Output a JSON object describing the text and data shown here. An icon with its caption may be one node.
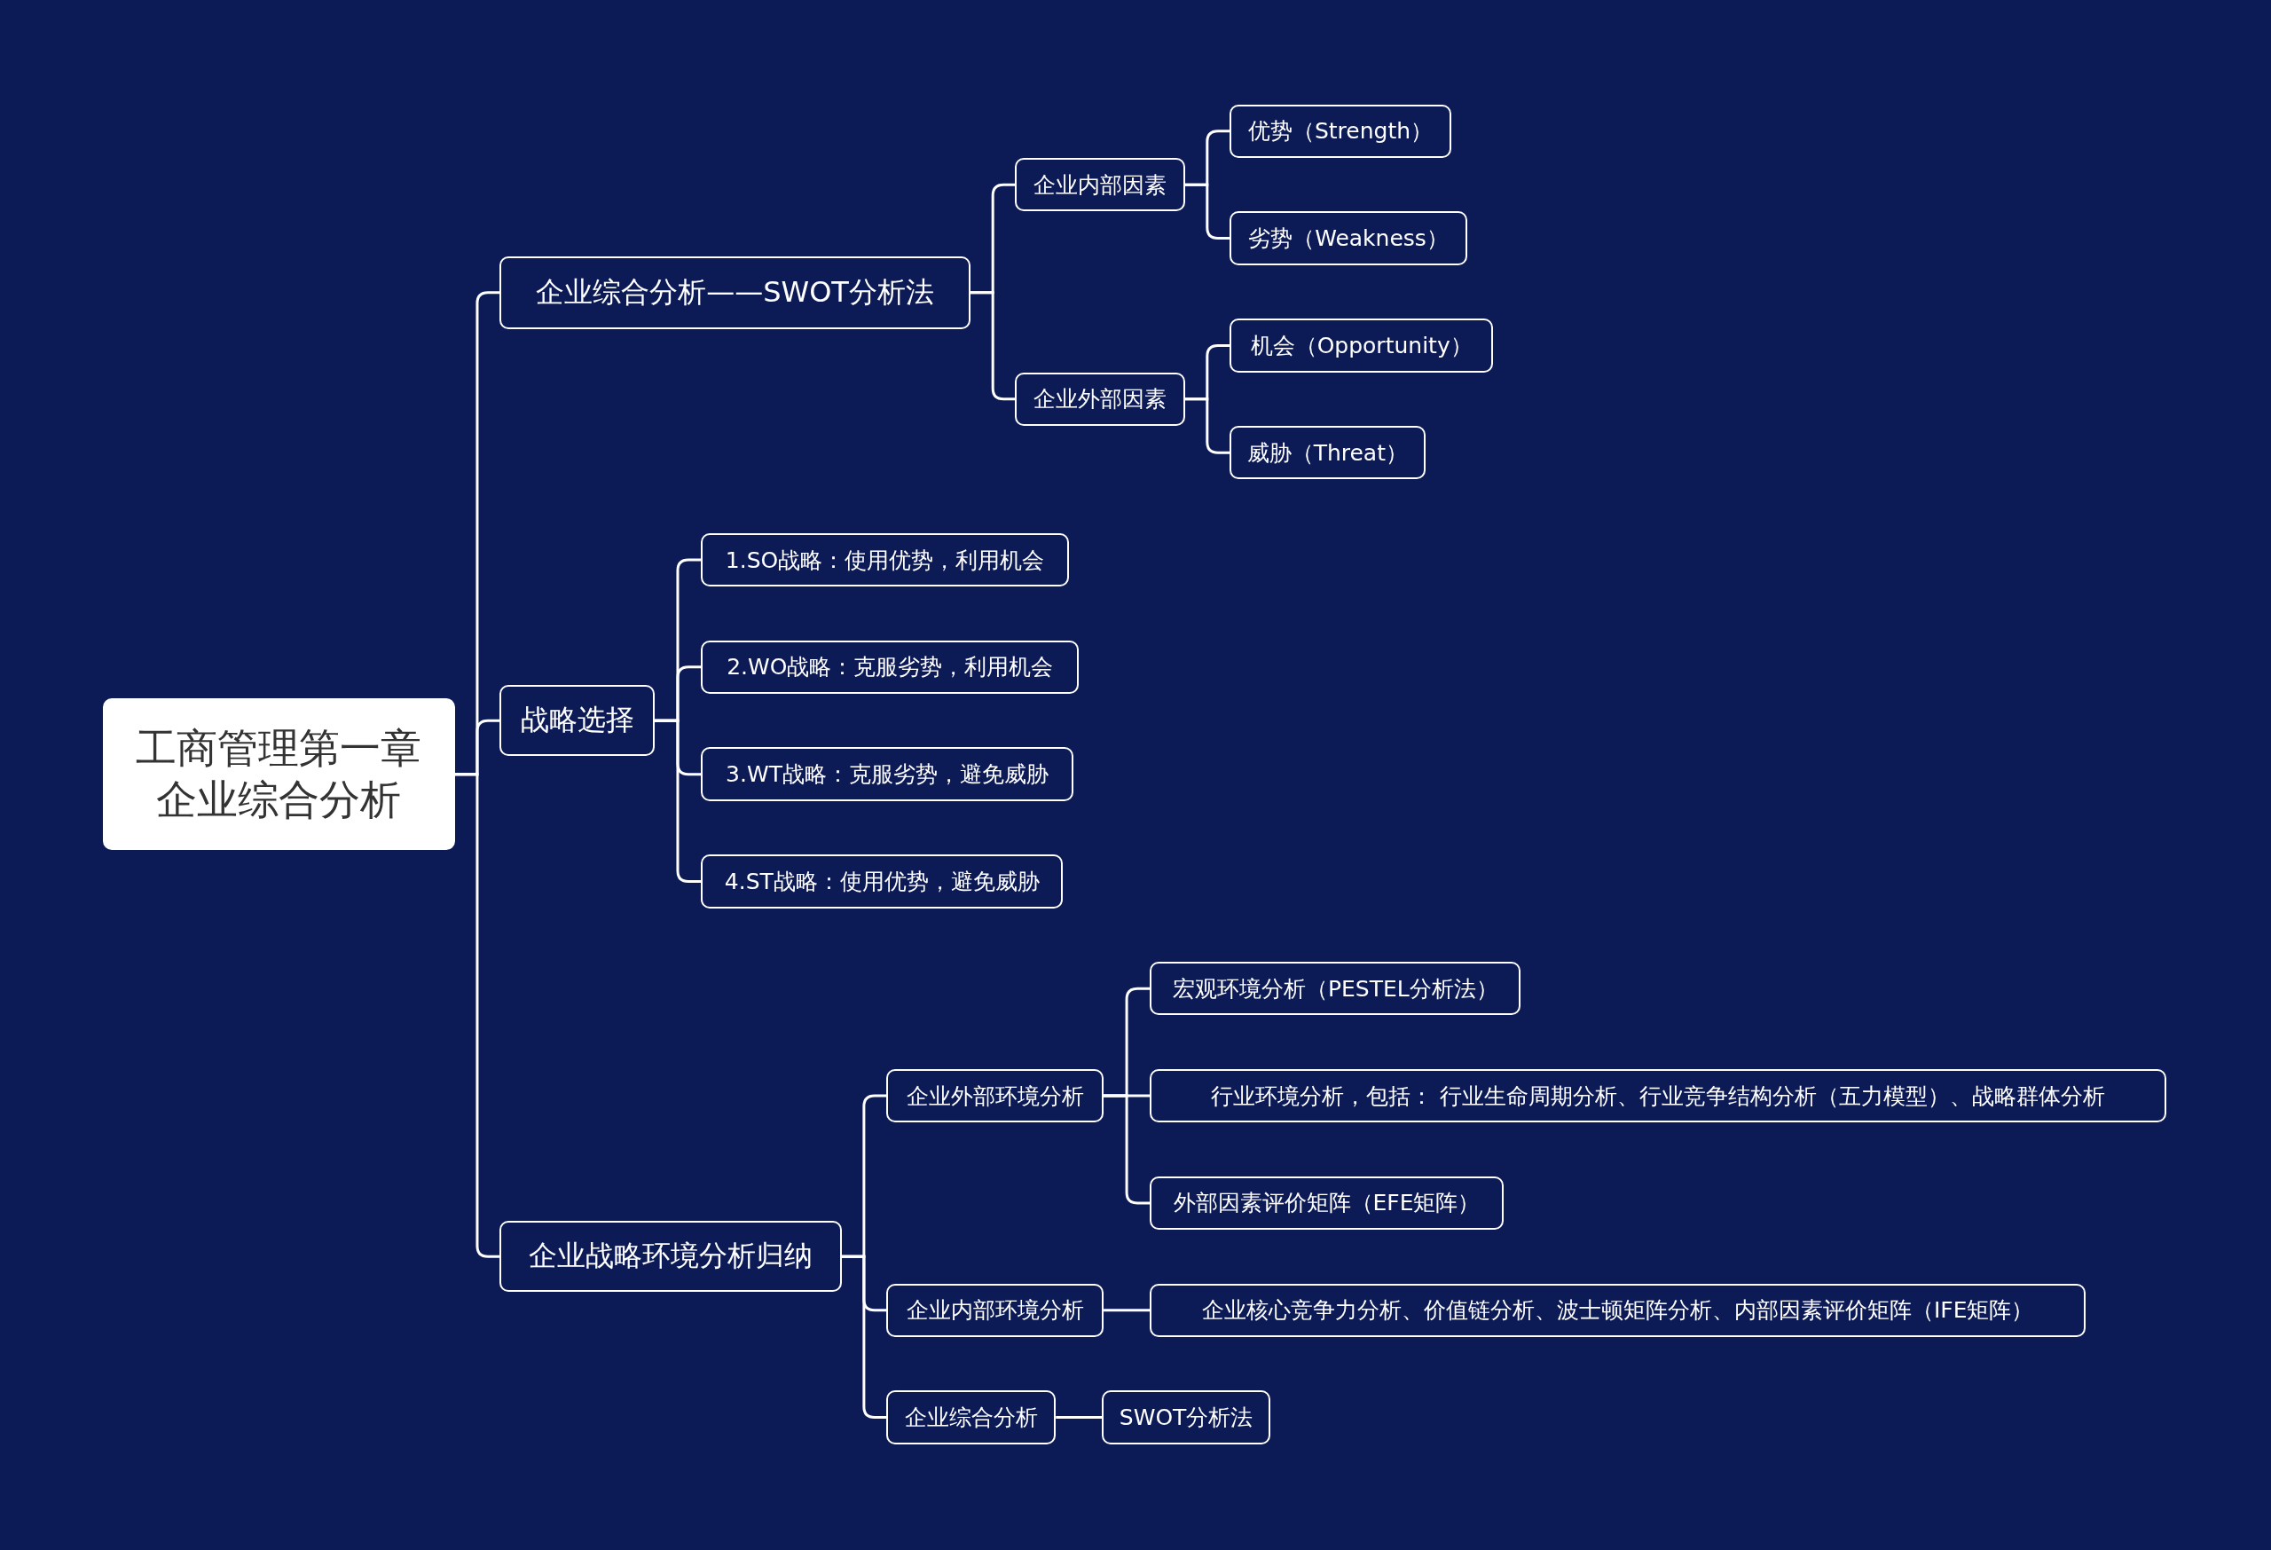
{
  "diagram": {
    "nodes": [
      {
        "text": [
          "工商管理第一章企业综合分析"
        ]
      },
      {
        "text": [
          "企业综合分析——SWOT分析法"
        ]
      },
      {
        "text": [
          "企业内部因素"
        ]
      },
      {
        "text": [
          "优势（Strength）"
        ]
      },
      {
        "text": [
          "劣势（Weakness）"
        ]
      },
      {
        "text": [
          "企业外部因素"
        ]
      },
      {
        "text": [
          "机会（Opportunity）"
        ]
      },
      {
        "text": [
          "威胁（Threat）"
        ]
      },
      {
        "text": [
          "战略选择"
        ]
      },
      {
        "text": [
          "1.SO战略：使用优势，利用机会"
        ]
      },
      {
        "text": [
          "2.WO战略：克服劣势，利用机会"
        ]
      },
      {
        "text": [
          "3.WT战略：克服劣势，避免威胁"
        ]
      },
      {
        "text": [
          "4.ST战略：使用优势，避免威胁"
        ]
      },
      {
        "text": [
          "企业战略环境分析归纳"
        ]
      },
      {
        "text": [
          "企业外部环境分析"
        ]
      },
      {
        "text": [
          "宏观环境分析（PESTEL分析法）"
        ]
      },
      {
        "text": [
          "行业环境分析，包括： 行业生命周期分析、行业竞争结构分析（五力模型）、战略群体分析"
        ]
      },
      {
        "text": [
          "外部因素评价矩阵（EFE矩阵）"
        ]
      },
      {
        "text": [
          "企业内部环境分析"
        ]
      },
      {
        "text": [
          "企业核心竞争力分析、价值链分析、波士顿矩阵分析、内部因素评价矩阵（IFE矩阵）"
        ]
      },
      {
        "text": [
          "企业综合分析"
        ]
      },
      {
        "text": [
          "SWOT分析法"
        ]
      }
    ],
    "edges": [
      {
        "from": 0,
        "to": 1,
        "arrow": "none"
      },
      {
        "from": 1,
        "to": 2,
        "arrow": "none"
      },
      {
        "from": 2,
        "to": 3,
        "arrow": "none"
      },
      {
        "from": 2,
        "to": 4,
        "arrow": "none"
      },
      {
        "from": 1,
        "to": 5,
        "arrow": "none"
      },
      {
        "from": 5,
        "to": 6,
        "arrow": "none"
      },
      {
        "from": 5,
        "to": 7,
        "arrow": "none"
      },
      {
        "from": 0,
        "to": 8,
        "arrow": "none"
      },
      {
        "from": 8,
        "to": 9,
        "arrow": "none"
      },
      {
        "from": 8,
        "to": 10,
        "arrow": "none"
      },
      {
        "from": 8,
        "to": 11,
        "arrow": "none"
      },
      {
        "from": 8,
        "to": 12,
        "arrow": "none"
      },
      {
        "from": 0,
        "to": 13,
        "arrow": "none"
      },
      {
        "from": 13,
        "to": 14,
        "arrow": "none"
      },
      {
        "from": 14,
        "to": 15,
        "arrow": "none"
      },
      {
        "from": 14,
        "to": 16,
        "arrow": "none"
      },
      {
        "from": 14,
        "to": 17,
        "arrow": "none"
      },
      {
        "from": 13,
        "to": 18,
        "arrow": "none"
      },
      {
        "from": 18,
        "to": 19,
        "arrow": "none"
      },
      {
        "from": 13,
        "to": 20,
        "arrow": "none"
      },
      {
        "from": 20,
        "to": 21,
        "arrow": "none"
      }
    ]
  }
}
